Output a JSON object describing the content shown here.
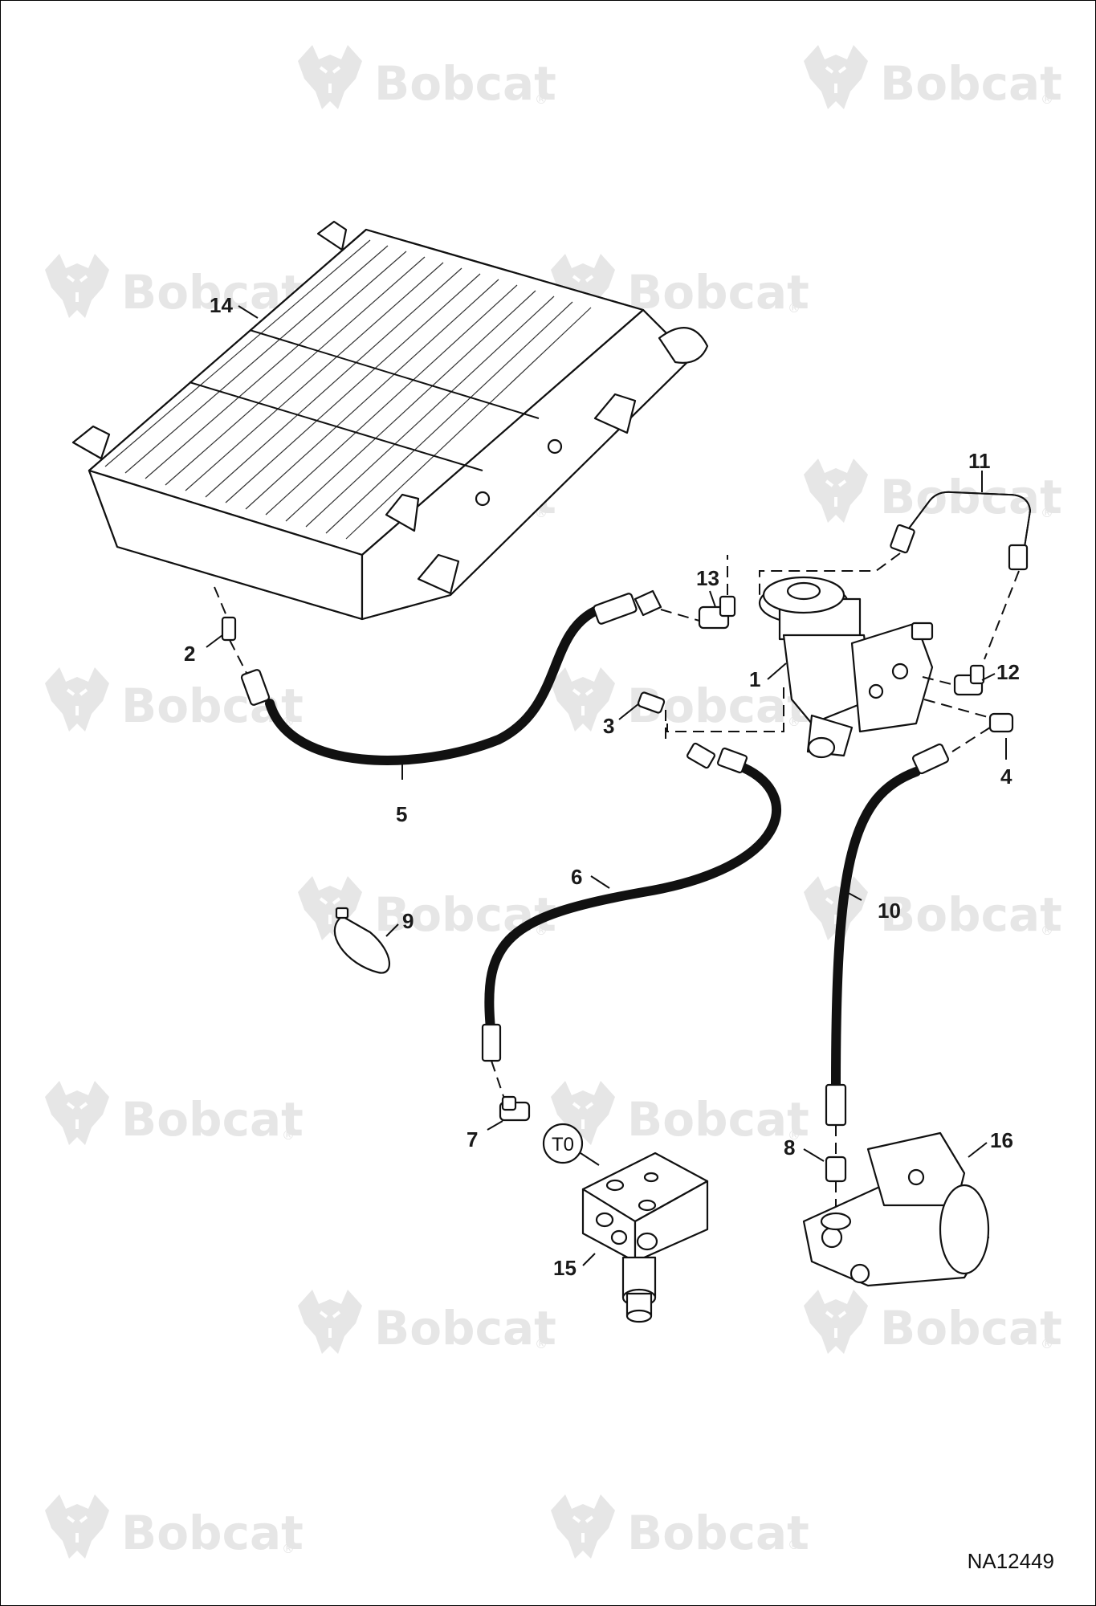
{
  "watermark": {
    "brand": "Bobcat",
    "mark": "®"
  },
  "diagram_id": "NA12449",
  "callouts": [
    {
      "id": "c1",
      "label": "1"
    },
    {
      "id": "c2",
      "label": "2"
    },
    {
      "id": "c3",
      "label": "3"
    },
    {
      "id": "c4",
      "label": "4"
    },
    {
      "id": "c5",
      "label": "5"
    },
    {
      "id": "c6",
      "label": "6"
    },
    {
      "id": "c7",
      "label": "7"
    },
    {
      "id": "c8",
      "label": "8"
    },
    {
      "id": "c9",
      "label": "9"
    },
    {
      "id": "c10",
      "label": "10"
    },
    {
      "id": "c11",
      "label": "11"
    },
    {
      "id": "c12",
      "label": "12"
    },
    {
      "id": "c13",
      "label": "13"
    },
    {
      "id": "c14",
      "label": "14"
    },
    {
      "id": "c15",
      "label": "15"
    },
    {
      "id": "c16",
      "label": "16"
    }
  ],
  "port_tag": "T0"
}
